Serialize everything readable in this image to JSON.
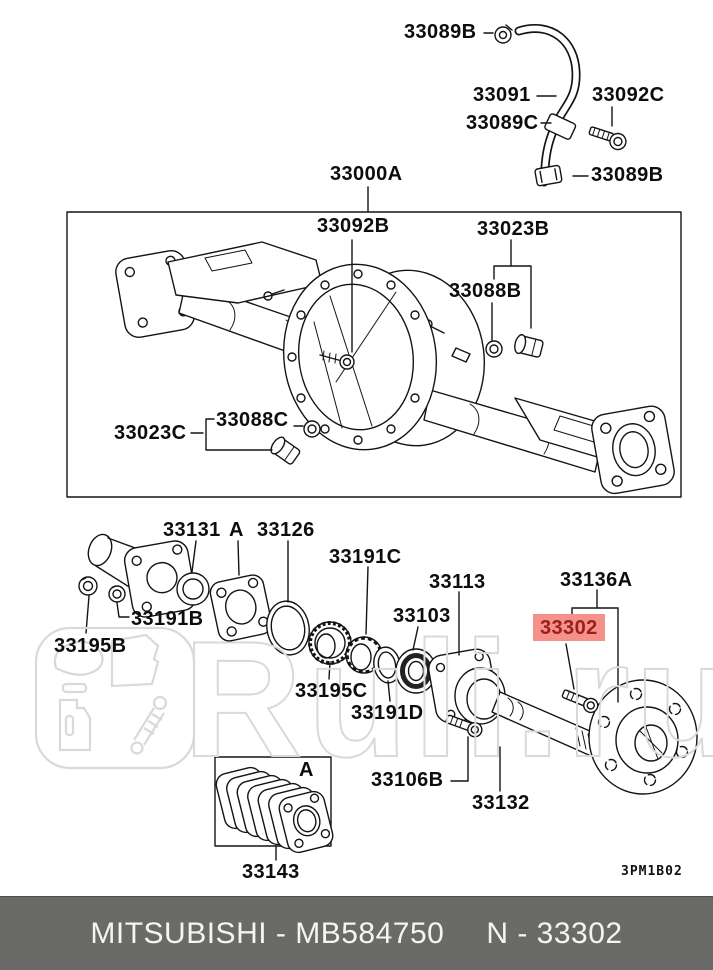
{
  "labels": {
    "l33089b_top": "33089B",
    "l33091": "33091",
    "l33092c": "33092C",
    "l33089c": "33089C",
    "l33089b_bottom": "33089B",
    "l33000a": "33000A",
    "l33092b": "33092B",
    "l33023b": "33023B",
    "l33088b": "33088B",
    "l33023c": "33023C",
    "l33088c": "33088C",
    "l33131": "33131",
    "detail_a": "A",
    "l33126": "33126",
    "l33191c": "33191C",
    "l33113": "33113",
    "l33103": "33103",
    "l33136a": "33136A",
    "l33302": "33302",
    "l33191b": "33191B",
    "l33195b": "33195B",
    "l33195c": "33195C",
    "l33191d": "33191D",
    "l33106b": "33106B",
    "l33132": "33132",
    "l33143": "33143"
  },
  "plate_code": "3PM1B02",
  "watermark": {
    "text": "Ruli.ru"
  },
  "footer": {
    "left": "MITSUBISHI - MB584750",
    "right": "N - 33302"
  },
  "colors": {
    "highlight_bg": "#f5918b",
    "highlight_text": "#9c1f17",
    "footer_bg": "#6a6a68",
    "footer_text": "#f4f4f2",
    "line": "#141414",
    "watermark": "#d9d9d9"
  }
}
